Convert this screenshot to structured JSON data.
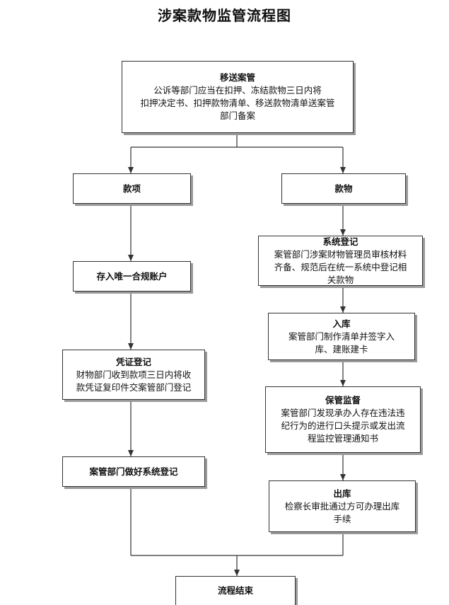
{
  "title": "涉案款物监管流程图",
  "nodes": {
    "transfer": {
      "head": "移送案管",
      "lines": [
        "公诉等部门应当在扣押、冻结款物三日内将",
        "扣押决定书、扣押款物清单、移送款物清单送案管",
        "部门备案"
      ]
    },
    "funds": {
      "head": "款项",
      "lines": []
    },
    "goods": {
      "head": "款物",
      "lines": []
    },
    "deposit": {
      "head": "存入唯一合规账户",
      "lines": []
    },
    "system_register": {
      "head": "系统登记",
      "lines": [
        "案管部门涉案财物管理员审核材料",
        "齐备、规范后在统一系统中登记相",
        "关款物"
      ]
    },
    "storage_in": {
      "head": "入库",
      "lines": [
        "案管部门制作清单并签字入",
        "库、建账建卡"
      ]
    },
    "voucher": {
      "head": "凭证登记",
      "lines": [
        "财物部门收到款项三日内将收",
        "款凭证复印件交案管部门登记"
      ]
    },
    "custody": {
      "head": "保管监督",
      "lines": [
        "案管部门发现承办人存在违法违",
        "纪行为的进行口头提示或发出流",
        "程监控管理通知书"
      ]
    },
    "case_mgmt_register": {
      "head": "案管部门做好系统登记",
      "lines": []
    },
    "storage_out": {
      "head": "出库",
      "lines": [
        "检察长审批通过方可办理出库",
        "手续"
      ]
    },
    "end": {
      "head": "流程结束",
      "lines": []
    }
  }
}
